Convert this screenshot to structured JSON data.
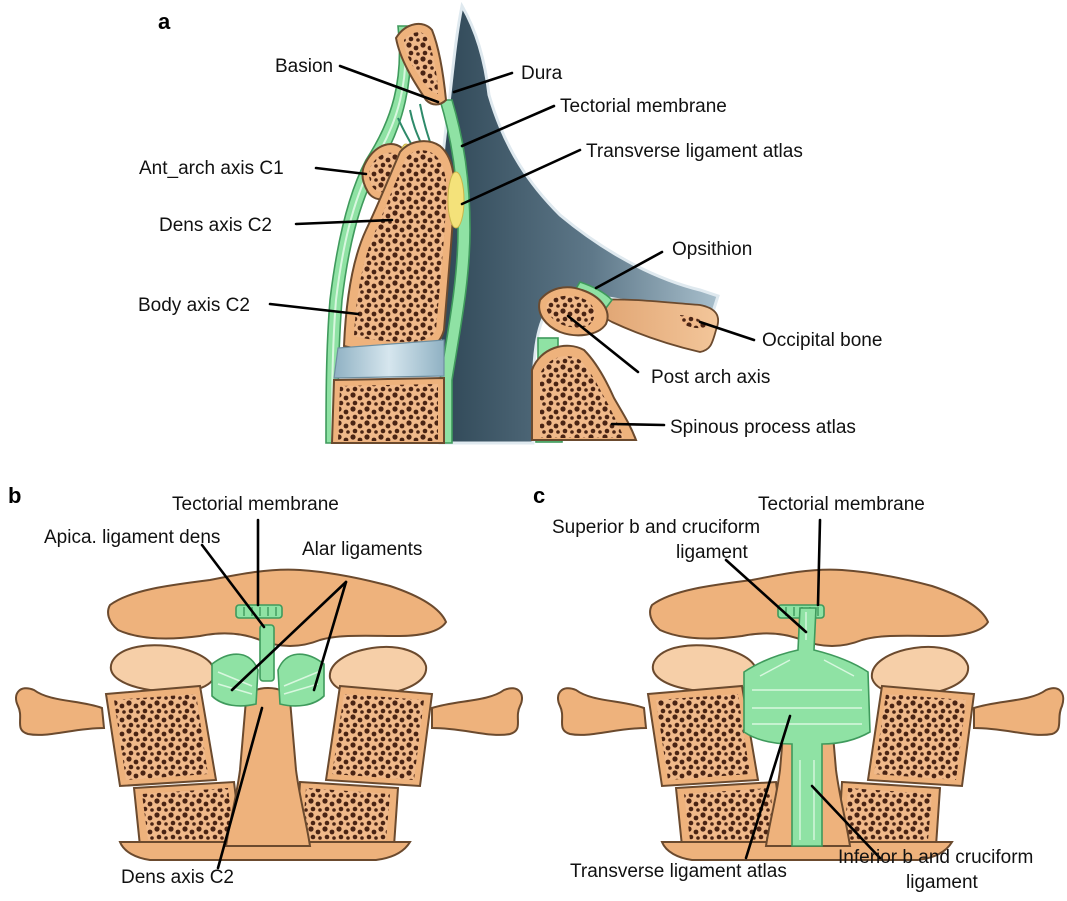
{
  "panels": {
    "a": {
      "letter": "a",
      "labels": {
        "basion": "Basion",
        "dura": "Dura",
        "tectorial_membrane": "Tectorial membrane",
        "transverse_ligament_atlas": "Transverse ligament atlas",
        "ant_arch": "Ant_arch axis C1",
        "dens_axis": "Dens axis C2",
        "body_axis": "Body axis C2",
        "opsithion": "Opsithion",
        "occipital_bone": "Occipital bone",
        "post_arch": "Post arch axis",
        "spinous_process": "Spinous process atlas"
      }
    },
    "b": {
      "letter": "b",
      "labels": {
        "tectorial_membrane": "Tectorial membrane",
        "apical_ligament": "Apica. ligament dens",
        "alar_ligaments": "Alar ligaments",
        "dens_axis": "Dens axis C2"
      }
    },
    "c": {
      "letter": "c",
      "labels": {
        "tectorial_membrane": "Tectorial membrane",
        "superior_band_line1": "Superior b and cruciform",
        "superior_band_line2": "ligament",
        "transverse_ligament_atlas": "Transverse ligament atlas",
        "inferior_band_line1": "Inferior b and cruciform",
        "inferior_band_line2": "ligament"
      }
    }
  },
  "colors": {
    "bone": "#eeb27c",
    "bone_light": "#f6cfa8",
    "ligament": "#8fe2a4",
    "dura_blue_gray": "#5e7889",
    "disc": "#a9c7d6",
    "marrow": "#4a2414"
  }
}
